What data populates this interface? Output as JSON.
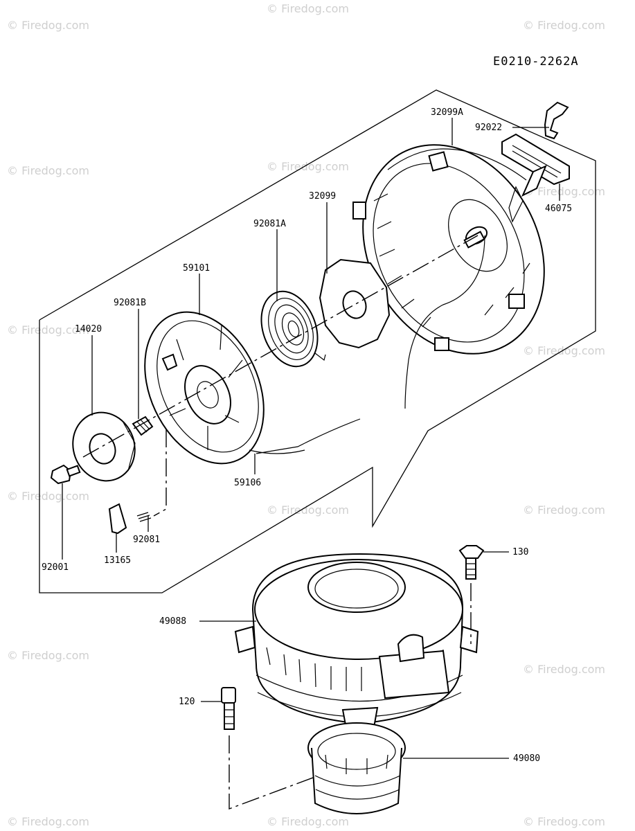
{
  "drawing_code": "E0210-2262A",
  "watermark": "© Firedog.com",
  "callouts": {
    "c32099A": "32099A",
    "c92022": "92022",
    "c46075": "46075",
    "c32099": "32099",
    "c92081A": "92081A",
    "c59101": "59101",
    "c92081B": "92081B",
    "c14020": "14020",
    "c59106": "59106",
    "c92081": "92081",
    "c13165": "13165",
    "c92001": "92001",
    "c130": "130",
    "c49088": "49088",
    "c120": "120",
    "c49080": "49080"
  }
}
